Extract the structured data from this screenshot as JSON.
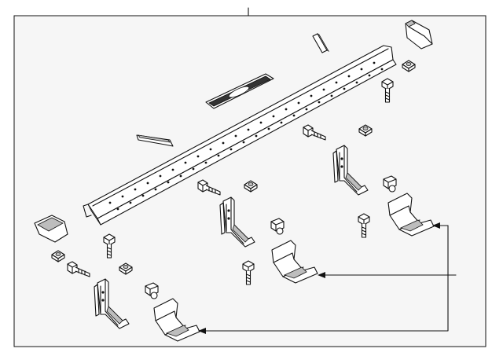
{
  "diagram": {
    "colors": {
      "frame_fill": "#f6f6f6",
      "line": "#111111",
      "shade": "#bdbdbd"
    },
    "parts": [
      {
        "id": "running-board-step-bar",
        "icon": "step-bar"
      },
      {
        "id": "step-pad-insert",
        "icon": "tread-pad"
      },
      {
        "id": "end-cap-front",
        "icon": "end-cap"
      },
      {
        "id": "end-cap-rear",
        "icon": "end-cap"
      },
      {
        "id": "trim-strip",
        "icon": "strip"
      },
      {
        "id": "clip-tab",
        "icon": "clip"
      },
      {
        "id": "mounting-bracket",
        "count": 3,
        "icon": "bracket"
      },
      {
        "id": "bracket-cover",
        "count": 3,
        "icon": "cover"
      },
      {
        "id": "hex-bolt",
        "count": 7,
        "icon": "bolt"
      },
      {
        "id": "nut-plate",
        "count": 6,
        "icon": "nut"
      }
    ]
  }
}
